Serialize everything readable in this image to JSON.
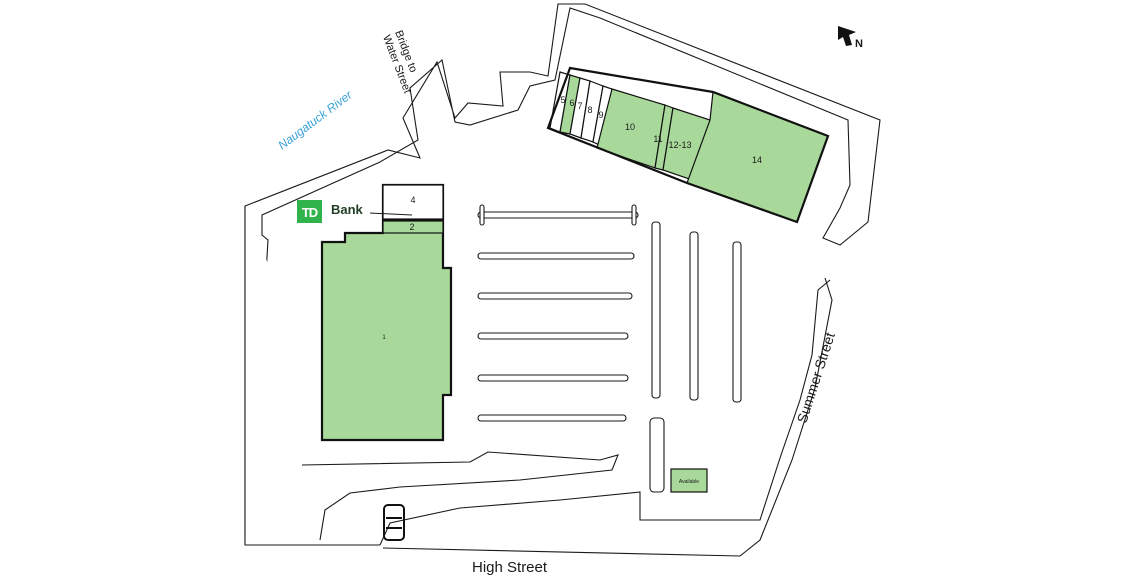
{
  "roads": {
    "high_street": "High Street",
    "summer_street": "Summer Street",
    "bridge_line1": "Bridge to",
    "bridge_line2": "Water Street"
  },
  "river": {
    "label": "Naugatuck River"
  },
  "compass": {
    "label": "N"
  },
  "tenant": {
    "logo_text": "TD",
    "name": "Bank"
  },
  "units": {
    "u1": "1",
    "u2": "2",
    "u4": "4",
    "u5": "5",
    "u6": "6",
    "u7": "7",
    "u8": "8",
    "u9": "9",
    "u10": "10",
    "u11": "11",
    "u12_13": "12-13",
    "u14": "14",
    "pad": "Available"
  },
  "colors": {
    "leased_fill": "#a8d99a",
    "available_fill": "#ffffff",
    "river_text": "#3aa3d9",
    "td_green": "#2fb34a"
  }
}
